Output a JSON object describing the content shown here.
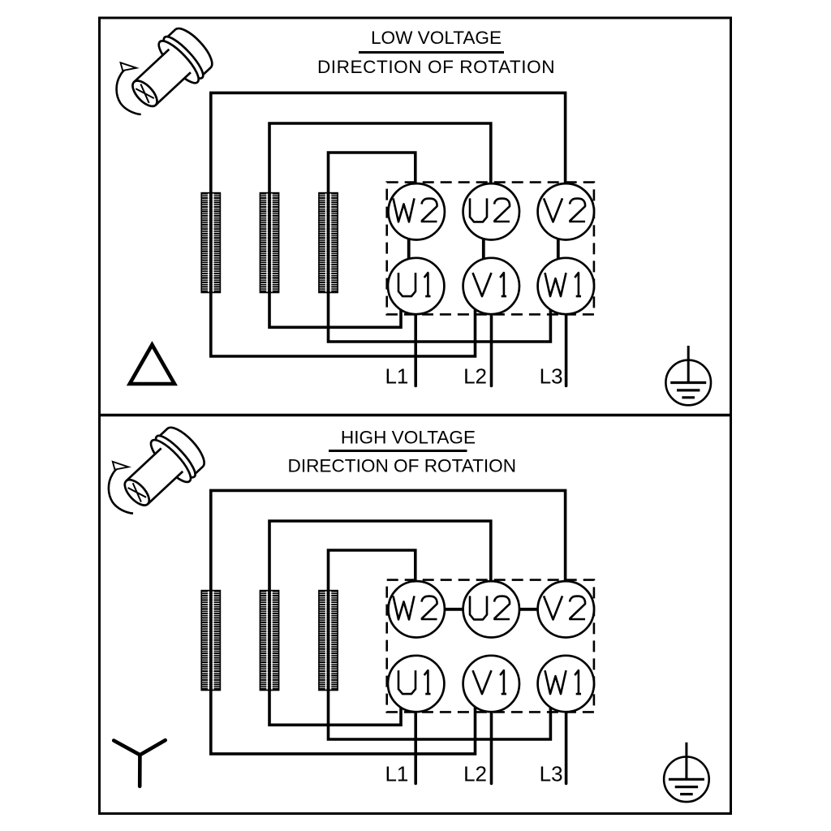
{
  "colors": {
    "ink": "#000000",
    "background": "#ffffff"
  },
  "panels": [
    {
      "id": "low-voltage",
      "title": "LOW VOLTAGE",
      "subtitle": "DIRECTION OF ROTATION",
      "connection": "delta",
      "terminals_top": [
        "W2",
        "U2",
        "V2"
      ],
      "terminals_bottom": [
        "U1",
        "V1",
        "W1"
      ],
      "supply_lines": [
        "L1",
        "L2",
        "L3"
      ]
    },
    {
      "id": "high-voltage",
      "title": "HIGH VOLTAGE",
      "subtitle": "DIRECTION OF ROTATION",
      "connection": "wye",
      "terminals_top": [
        "W2",
        "U2",
        "V2"
      ],
      "terminals_bottom": [
        "U1",
        "V1",
        "W1"
      ],
      "supply_lines": [
        "L1",
        "L2",
        "L3"
      ]
    }
  ]
}
